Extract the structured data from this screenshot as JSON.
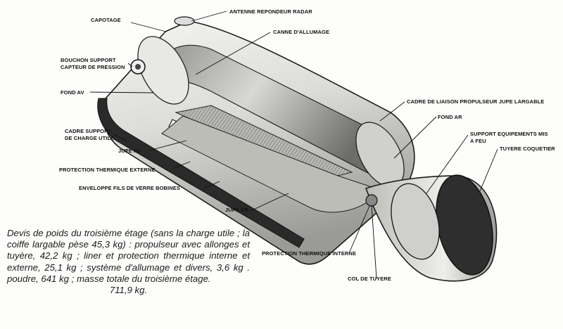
{
  "labels": {
    "capotage": "CAPOTAGE",
    "antenne": "ANTENNE REPONDEUR RADAR",
    "canne": "CANNE D'ALLUMAGE",
    "bouchon_1": "BOUCHON SUPPORT",
    "bouchon_2": "CAPTEUR DE PRESSION",
    "fond_av": "FOND AV",
    "cadre_liaison": "CADRE DE LIAISON PROPULSEUR JUPE LARGABLE",
    "fond_ar": "FOND AR",
    "cadre_support_1": "CADRE SUPPORT",
    "cadre_support_2": "DE CHARGE UTILE",
    "support_equip_1": "SUPPORT EQUIPEMENTS MIS",
    "support_equip_2": "A FEU",
    "jupe_av": "JUPE AV",
    "tuyere_coquetier": "TUYERE COQUETIER",
    "protection_externe": "PROTECTION THERMIQUE EXTERNE",
    "enveloppe": "ENVELOPPE FILS DE VERRE BOBINES",
    "jupe_ar": "JUPE AR",
    "protection_interne": "PROTECTION THERMIQUE INTERNE",
    "col_tuyere": "COL DE TUYERE"
  },
  "caption": {
    "text": "Devis de poids du troisième étage (sans la charge utile ; la coiffe largable pèse 45,3 kg) : propulseur avec allonges et tuyère, 42,2 kg ; liner et protection thermique interne et externe, 25,1 kg ; système d'allumage et divers, 3,6 kg . poudre, 641 kg ; masse totale du troisième étage.",
    "last_line": "711,9 kg."
  }
}
